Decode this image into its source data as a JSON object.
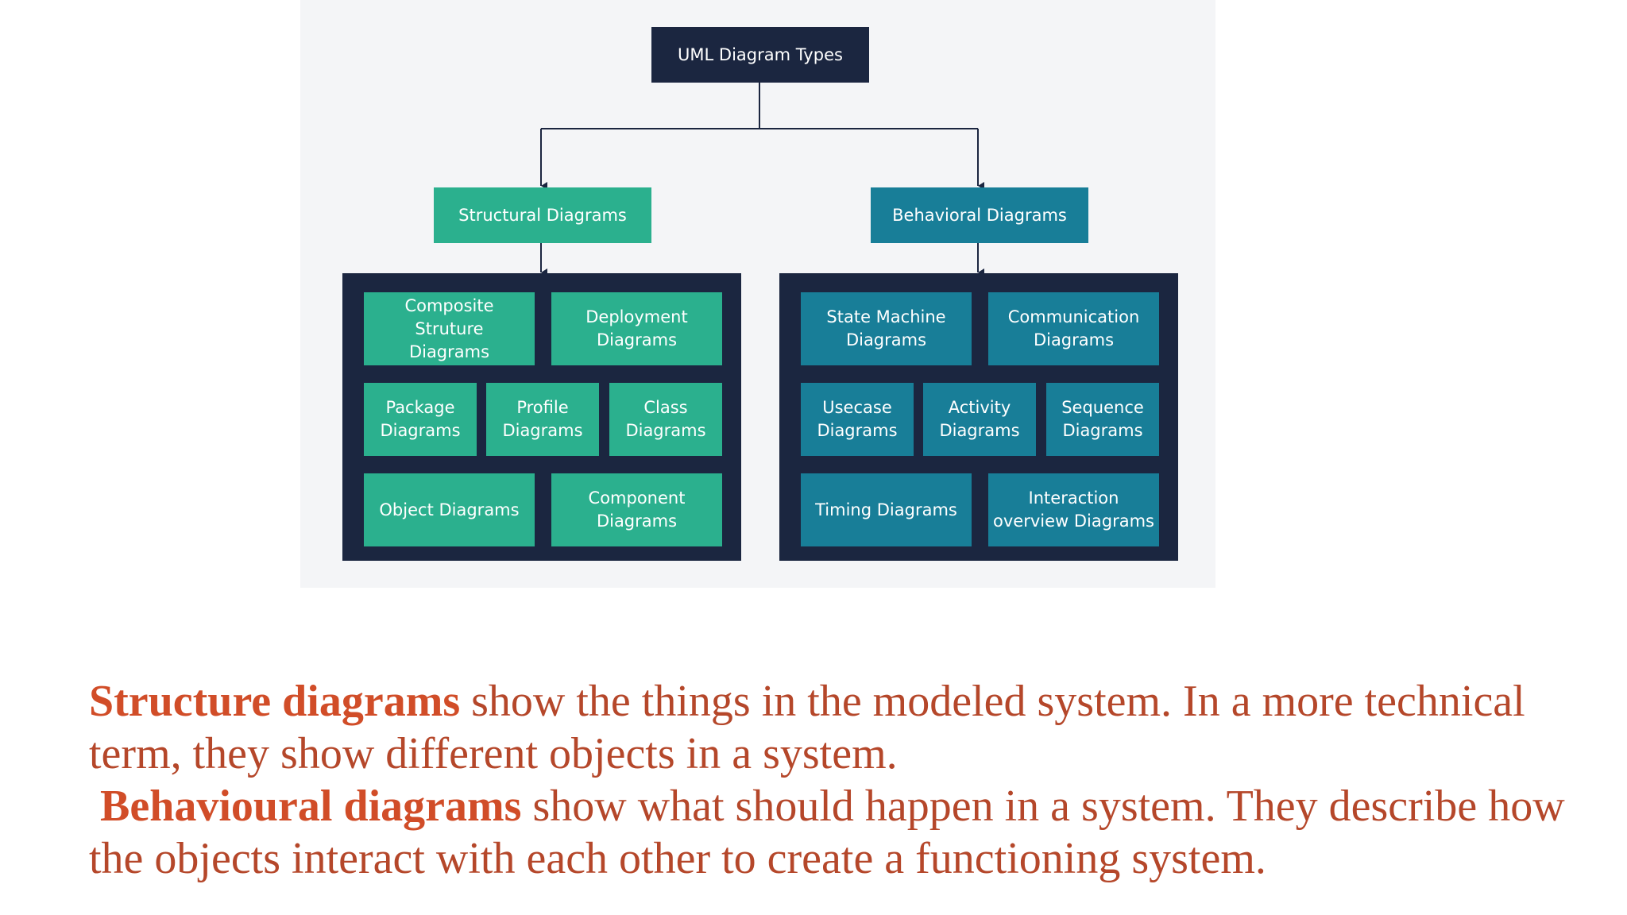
{
  "diagram": {
    "root": "UML Diagram Types",
    "structural": {
      "title": "Structural Diagrams",
      "items": [
        "Composite Struture\nDiagrams",
        "Deployment\nDiagrams",
        "Package\nDiagrams",
        "Profile\nDiagrams",
        "Class\nDiagrams",
        "Object Diagrams",
        "Component\nDiagrams"
      ]
    },
    "behavioral": {
      "title": "Behavioral Diagrams",
      "items": [
        "State Machine\nDiagrams",
        "Communication\nDiagrams",
        "Usecase\nDiagrams",
        "Activity\nDiagrams",
        "Sequence\nDiagrams",
        "Timing Diagrams",
        "Interaction\noverview Diagrams"
      ]
    },
    "colors": {
      "dark": "#1b2640",
      "structural": "#2bb08e",
      "behavioral": "#187e98",
      "text_accent": "#d14d28",
      "text_body": "#b5472a"
    }
  },
  "description": {
    "structure_lead": "Structure diagrams",
    "structure_text": " show the things in the modeled system. In a more technical term, they show different objects in a system.",
    "behaviour_lead": " Behavioural diagrams",
    "behaviour_text": " show what should happen in a system. They describe how the objects interact with each other to create a functioning system."
  }
}
